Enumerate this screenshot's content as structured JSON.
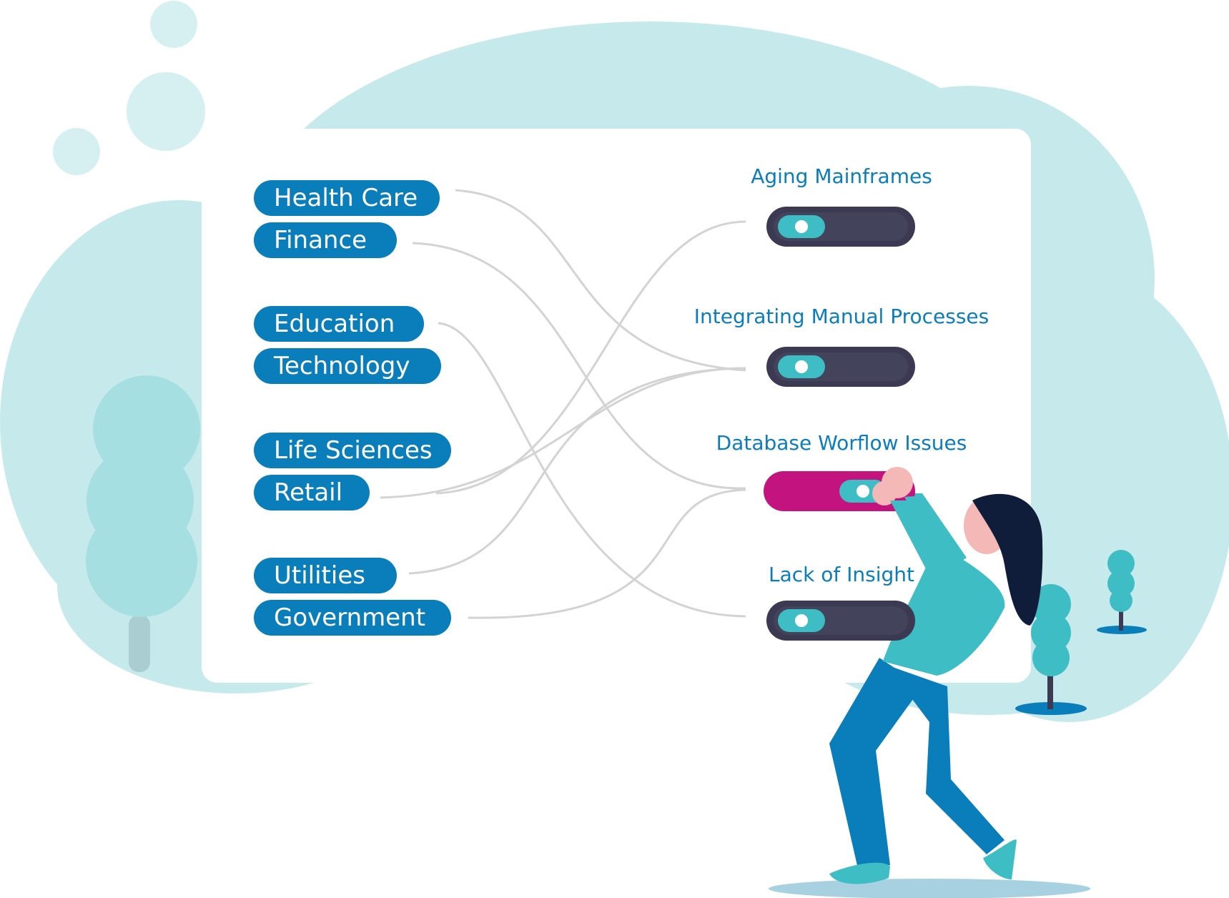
{
  "industries": [
    "Health Care",
    "Finance",
    "Education",
    "Technology",
    "Life Sciences",
    "Retail",
    "Utilities",
    "Government"
  ],
  "challenges": [
    {
      "label": "Aging Mainframes",
      "on": false
    },
    {
      "label": "Integrating Manual Processes",
      "on": false
    },
    {
      "label": "Database Worflow Issues",
      "on": true
    },
    {
      "label": "Lack of Insight",
      "on": false
    }
  ],
  "colors": {
    "pill": "#0a7dbb",
    "label_text": "#0a7dbb",
    "toggle_off": "#3b3a52",
    "toggle_on": "#c2137f",
    "knob": "#3fbdc4",
    "cloud": "#c6eaeb",
    "connector": "#d3d3d3"
  }
}
